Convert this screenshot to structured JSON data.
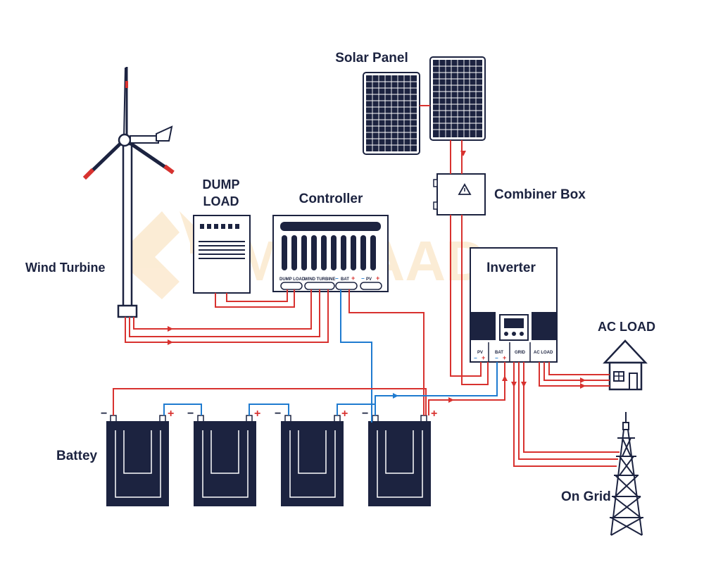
{
  "labels": {
    "solar_panel": "Solar Panel",
    "combiner_box": "Combiner Box",
    "dump_load_1": "DUMP",
    "dump_load_2": "LOAD",
    "controller": "Controller",
    "wind_turbine": "Wind Turbine",
    "inverter": "Inverter",
    "ac_load": "AC LOAD",
    "battery": "Battey",
    "on_grid": "On Grid"
  },
  "controller_terminals": {
    "dump_load": "DUMP LOAD",
    "wind_turbine": "WIND TURBINE",
    "bat": "BAT",
    "pv": "PV"
  },
  "inverter_terminals": {
    "pv": "PV",
    "bat": "BAT",
    "grid": "GRID",
    "ac_load": "AC LOAD"
  },
  "polarity": {
    "plus": "+",
    "minus": "−"
  },
  "watermark": "SMARAAD",
  "colors": {
    "navy": "#1c2340",
    "positive_wire": "#d8322f",
    "negative_wire": "#1f7bd0",
    "watermark": "#f6c98a"
  }
}
